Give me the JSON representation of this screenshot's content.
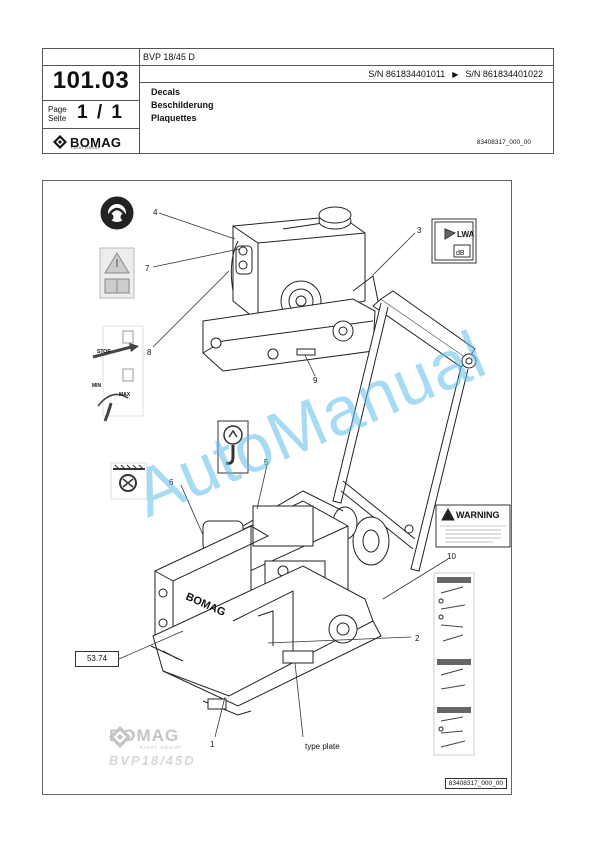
{
  "header": {
    "page_number": "101.03",
    "page_label": [
      "Page",
      "Seite"
    ],
    "page_value": "1 / 1",
    "logo_text": "BOMAG",
    "logo_sub": "FAYAT GROUP",
    "model": "BVP 18/45 D",
    "sn_from": "S/N 861834401011",
    "sn_to": "S/N 861834401022",
    "titles": [
      "Decals",
      "Beschilderung",
      "Plaquettes"
    ],
    "doc_number": "83408317_000_00"
  },
  "drawing": {
    "callouts": [
      "1",
      "2",
      "3",
      "4",
      "5",
      "6",
      "7",
      "8",
      "9",
      "10"
    ],
    "type_plate_label": "type plate",
    "label_5374": "53.74",
    "warning_title": "WARNING",
    "decal_stop": "STOP",
    "decal_min": "MIN",
    "decal_max": "MAX",
    "decal_lwa": "LWA",
    "decal_db": "dB",
    "plate_brand": "BOMAG",
    "brand_bottom": "BOMAG",
    "brand_bottom_sub": "FAYAT GROUP",
    "brand_model": "BVP18/45D",
    "frame_doc_number": "83408317_000_00"
  },
  "watermark": "AutoManual",
  "colors": {
    "watermark": "#5fbeeb",
    "line": "#222222",
    "frame": "#666666"
  }
}
